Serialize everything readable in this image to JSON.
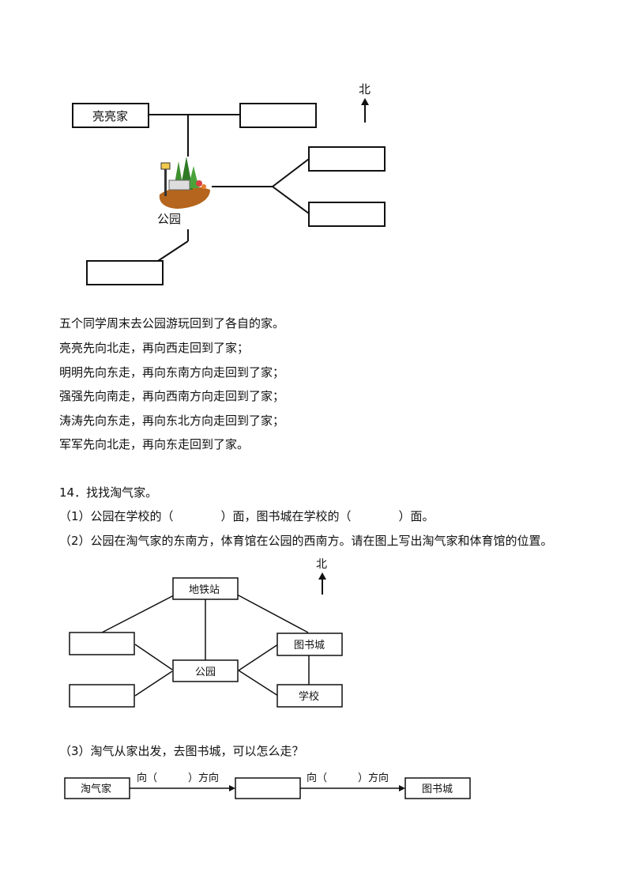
{
  "diagram1": {
    "north_label": "北",
    "home_label": "亮亮家",
    "park_label": "公园"
  },
  "story": {
    "intro": "五个同学周末去公园游玩回到了各自的家。",
    "lines": [
      "亮亮先向北走，再向西走回到了家；",
      "明明先向东走，再向东南方向走回到了家；",
      "强强先向南走，再向西南方向走回到了家；",
      "涛涛先向东走，再向东北方向走回到了家；",
      "军军先向北走，再向东走回到了家。"
    ]
  },
  "question14": {
    "title": "14．找找淘气家。",
    "part1": "（1）公园在学校的（　　　　）面，图书城在学校的（　　　　）面。",
    "part2": "（2）公园在淘气家的东南方，体育馆在公园的西南方。请在图上写出淘气家和体育馆的位置。",
    "part3": "（3）淘气从家出发，去图书城，可以怎么走？"
  },
  "diagram2": {
    "north_label": "北",
    "subway_label": "地铁站",
    "library_label": "图书城",
    "park_label": "公园",
    "school_label": "学校"
  },
  "route": {
    "start_label": "淘气家",
    "end_label": "图书城",
    "step1_label": "向（　　　）方向",
    "step2_label": "向（　　　）方向"
  }
}
